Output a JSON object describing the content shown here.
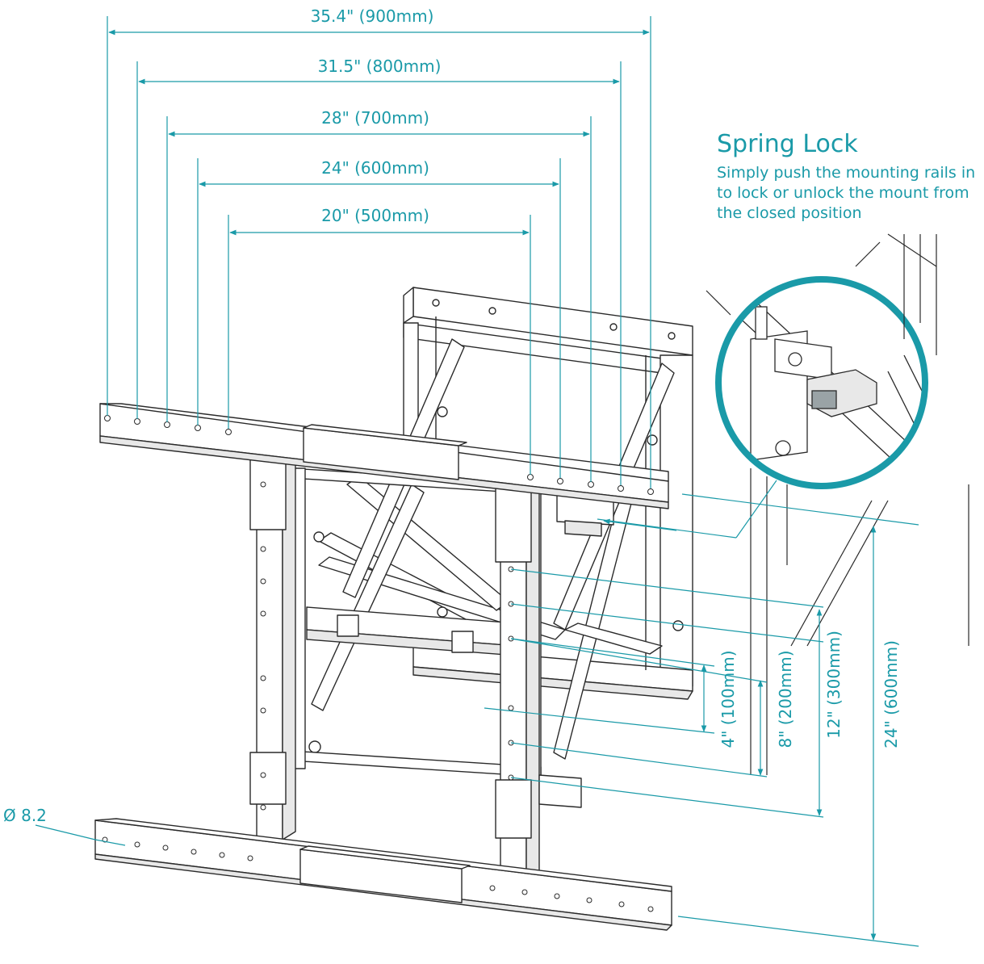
{
  "colors": {
    "accent": "#1a9aa8",
    "line": "#2a2a2a",
    "fill": "#ffffff",
    "shade": "#e8e8e8"
  },
  "horizontal_dimensions": [
    "35.4\" (900mm)",
    "31.5\" (800mm)",
    "28\" (700mm)",
    "24\" (600mm)",
    "20\" (500mm)"
  ],
  "vertical_dimensions": [
    "4\" (100mm)",
    "8\" (200mm)",
    "12\" (300mm)",
    "24\" (600mm)"
  ],
  "spring_lock": {
    "title": "Spring Lock",
    "lines": [
      "Simply push the mounting rails in",
      "to lock or unlock the mount from",
      "the closed position"
    ]
  },
  "hole_diameter": "Ø 8.2"
}
